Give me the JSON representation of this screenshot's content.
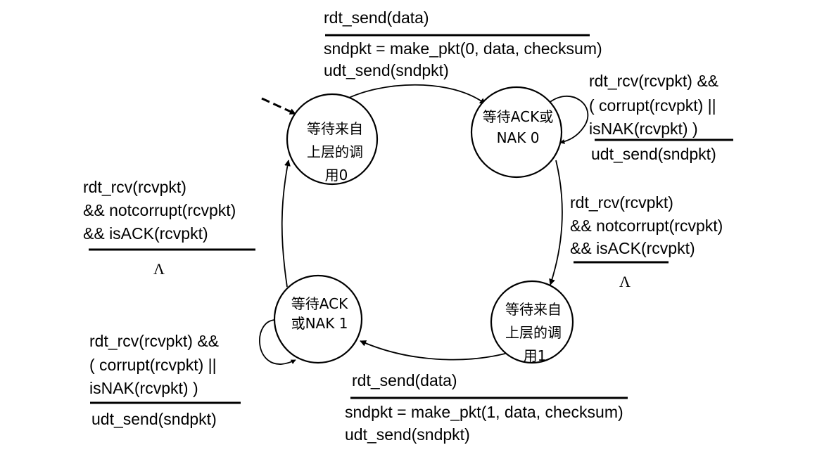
{
  "states": {
    "wait_call_0": [
      "等待来自",
      "上层的调",
      "用0"
    ],
    "wait_ack_0": [
      "等待ACK或",
      "NAK 0"
    ],
    "wait_call_1": [
      "等待来自",
      "上层的调",
      "用1"
    ],
    "wait_ack_1": [
      "等待ACK",
      "或NAK 1"
    ]
  },
  "transitions": {
    "send_0": {
      "event": "rdt_send(data)",
      "action": [
        "sndpkt = make_pkt(0, data, checksum)",
        "udt_send(sndpkt)"
      ]
    },
    "resend_0": {
      "event": [
        "rdt_rcv(rcvpkt) &&",
        "( corrupt(rcvpkt) ||",
        "isNAK(rcvpkt) )"
      ],
      "action": "udt_send(sndpkt)"
    },
    "ack_0": {
      "event": [
        "rdt_rcv(rcvpkt)",
        "&& notcorrupt(rcvpkt)",
        "&& isACK(rcvpkt)"
      ],
      "action": "Λ"
    },
    "send_1": {
      "event": "rdt_send(data)",
      "action": [
        "sndpkt = make_pkt(1, data, checksum)",
        "udt_send(sndpkt)"
      ]
    },
    "resend_1": {
      "event": [
        "rdt_rcv(rcvpkt) &&",
        "( corrupt(rcvpkt) ||",
        "isNAK(rcvpkt) )"
      ],
      "action": "udt_send(sndpkt)"
    },
    "ack_1": {
      "event": [
        "rdt_rcv(rcvpkt)",
        "&& notcorrupt(rcvpkt)",
        "&& isACK(rcvpkt)"
      ],
      "action": "Λ"
    }
  }
}
